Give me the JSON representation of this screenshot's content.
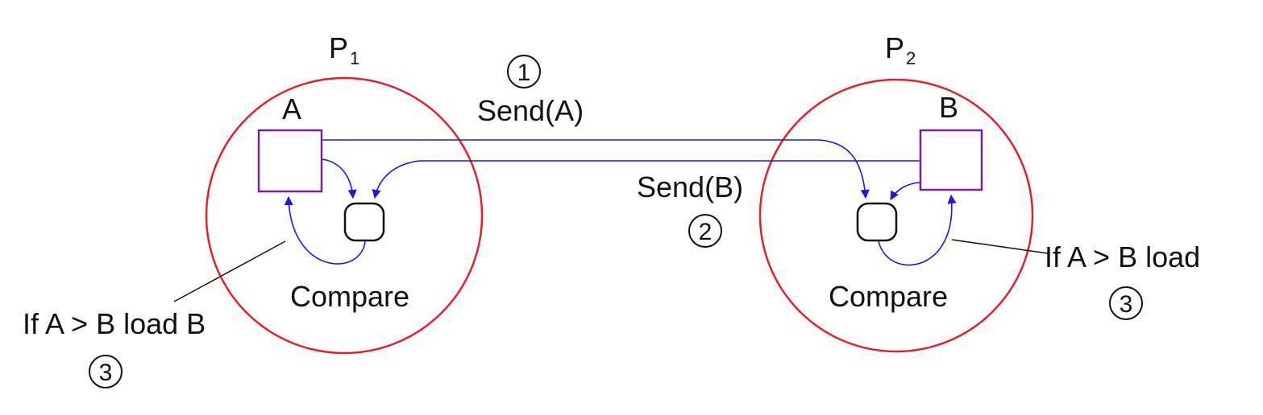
{
  "processors": [
    {
      "name": "P",
      "subscript": "1",
      "register_label": "A",
      "compare_label": "Compare"
    },
    {
      "name": "P",
      "subscript": "2",
      "register_label": "B",
      "compare_label": "Compare"
    }
  ],
  "messages": [
    {
      "step": "1",
      "label": "Send(A)"
    },
    {
      "step": "2",
      "label": "Send(B)"
    }
  ],
  "annotations": [
    {
      "step": "3",
      "text": "If A > B load B"
    },
    {
      "step": "3",
      "text": "If A > B load"
    }
  ],
  "colors": {
    "processor_outline": "#e0202a",
    "register_outline": "#7a1fa0",
    "arrow": "#1a1adc",
    "line": "#111111"
  }
}
